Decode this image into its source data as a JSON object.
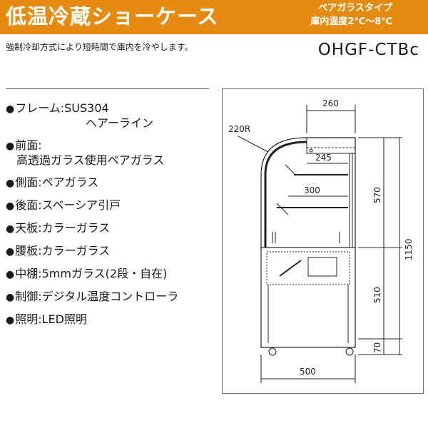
{
  "header": {
    "title": "低温冷蔵ショーケース",
    "subtitle_line1": "ペアガラスタイプ",
    "subtitle_line2": "庫内温度2℃〜8℃"
  },
  "description": "強制冷却方式により短時間で庫内を冷やします。",
  "model": "OHGF-CTBc",
  "specs": [
    {
      "bullet": "●",
      "label": "フレーム",
      "sep": ":",
      "value": "SUS304",
      "cont": "ヘアーライン"
    },
    {
      "bullet": "●",
      "label": "前面",
      "sep": ":",
      "value": "",
      "cont": "高透過ガラス使用ペアガラス"
    },
    {
      "bullet": "●",
      "label": "側面",
      "sep": ":",
      "value": "ペアガラス"
    },
    {
      "bullet": "●",
      "label": "後面",
      "sep": ":",
      "value": "スペーシア引戸"
    },
    {
      "bullet": "●",
      "label": "天板",
      "sep": ":",
      "value": "カラーガラス"
    },
    {
      "bullet": "●",
      "label": "腰板",
      "sep": ":",
      "value": "カラーガラス"
    },
    {
      "bullet": "●",
      "label": "中棚",
      "sep": ":",
      "value": "5mmガラス(2段・自在)"
    },
    {
      "bullet": "●",
      "label": "制御",
      "sep": ":",
      "value": "デジタル温度コントローラ"
    },
    {
      "bullet": "●",
      "label": "照明",
      "sep": ":",
      "value": "LED照明"
    }
  ],
  "drawing": {
    "dim_top_width": "260",
    "dim_radius": "220R",
    "dim_shelf_upper": "245",
    "dim_shelf_lower": "300",
    "dim_upper_height": "570",
    "dim_total_height": "1150",
    "dim_cabinet_height": "510",
    "dim_caster_height": "70",
    "dim_base_width": "500"
  }
}
